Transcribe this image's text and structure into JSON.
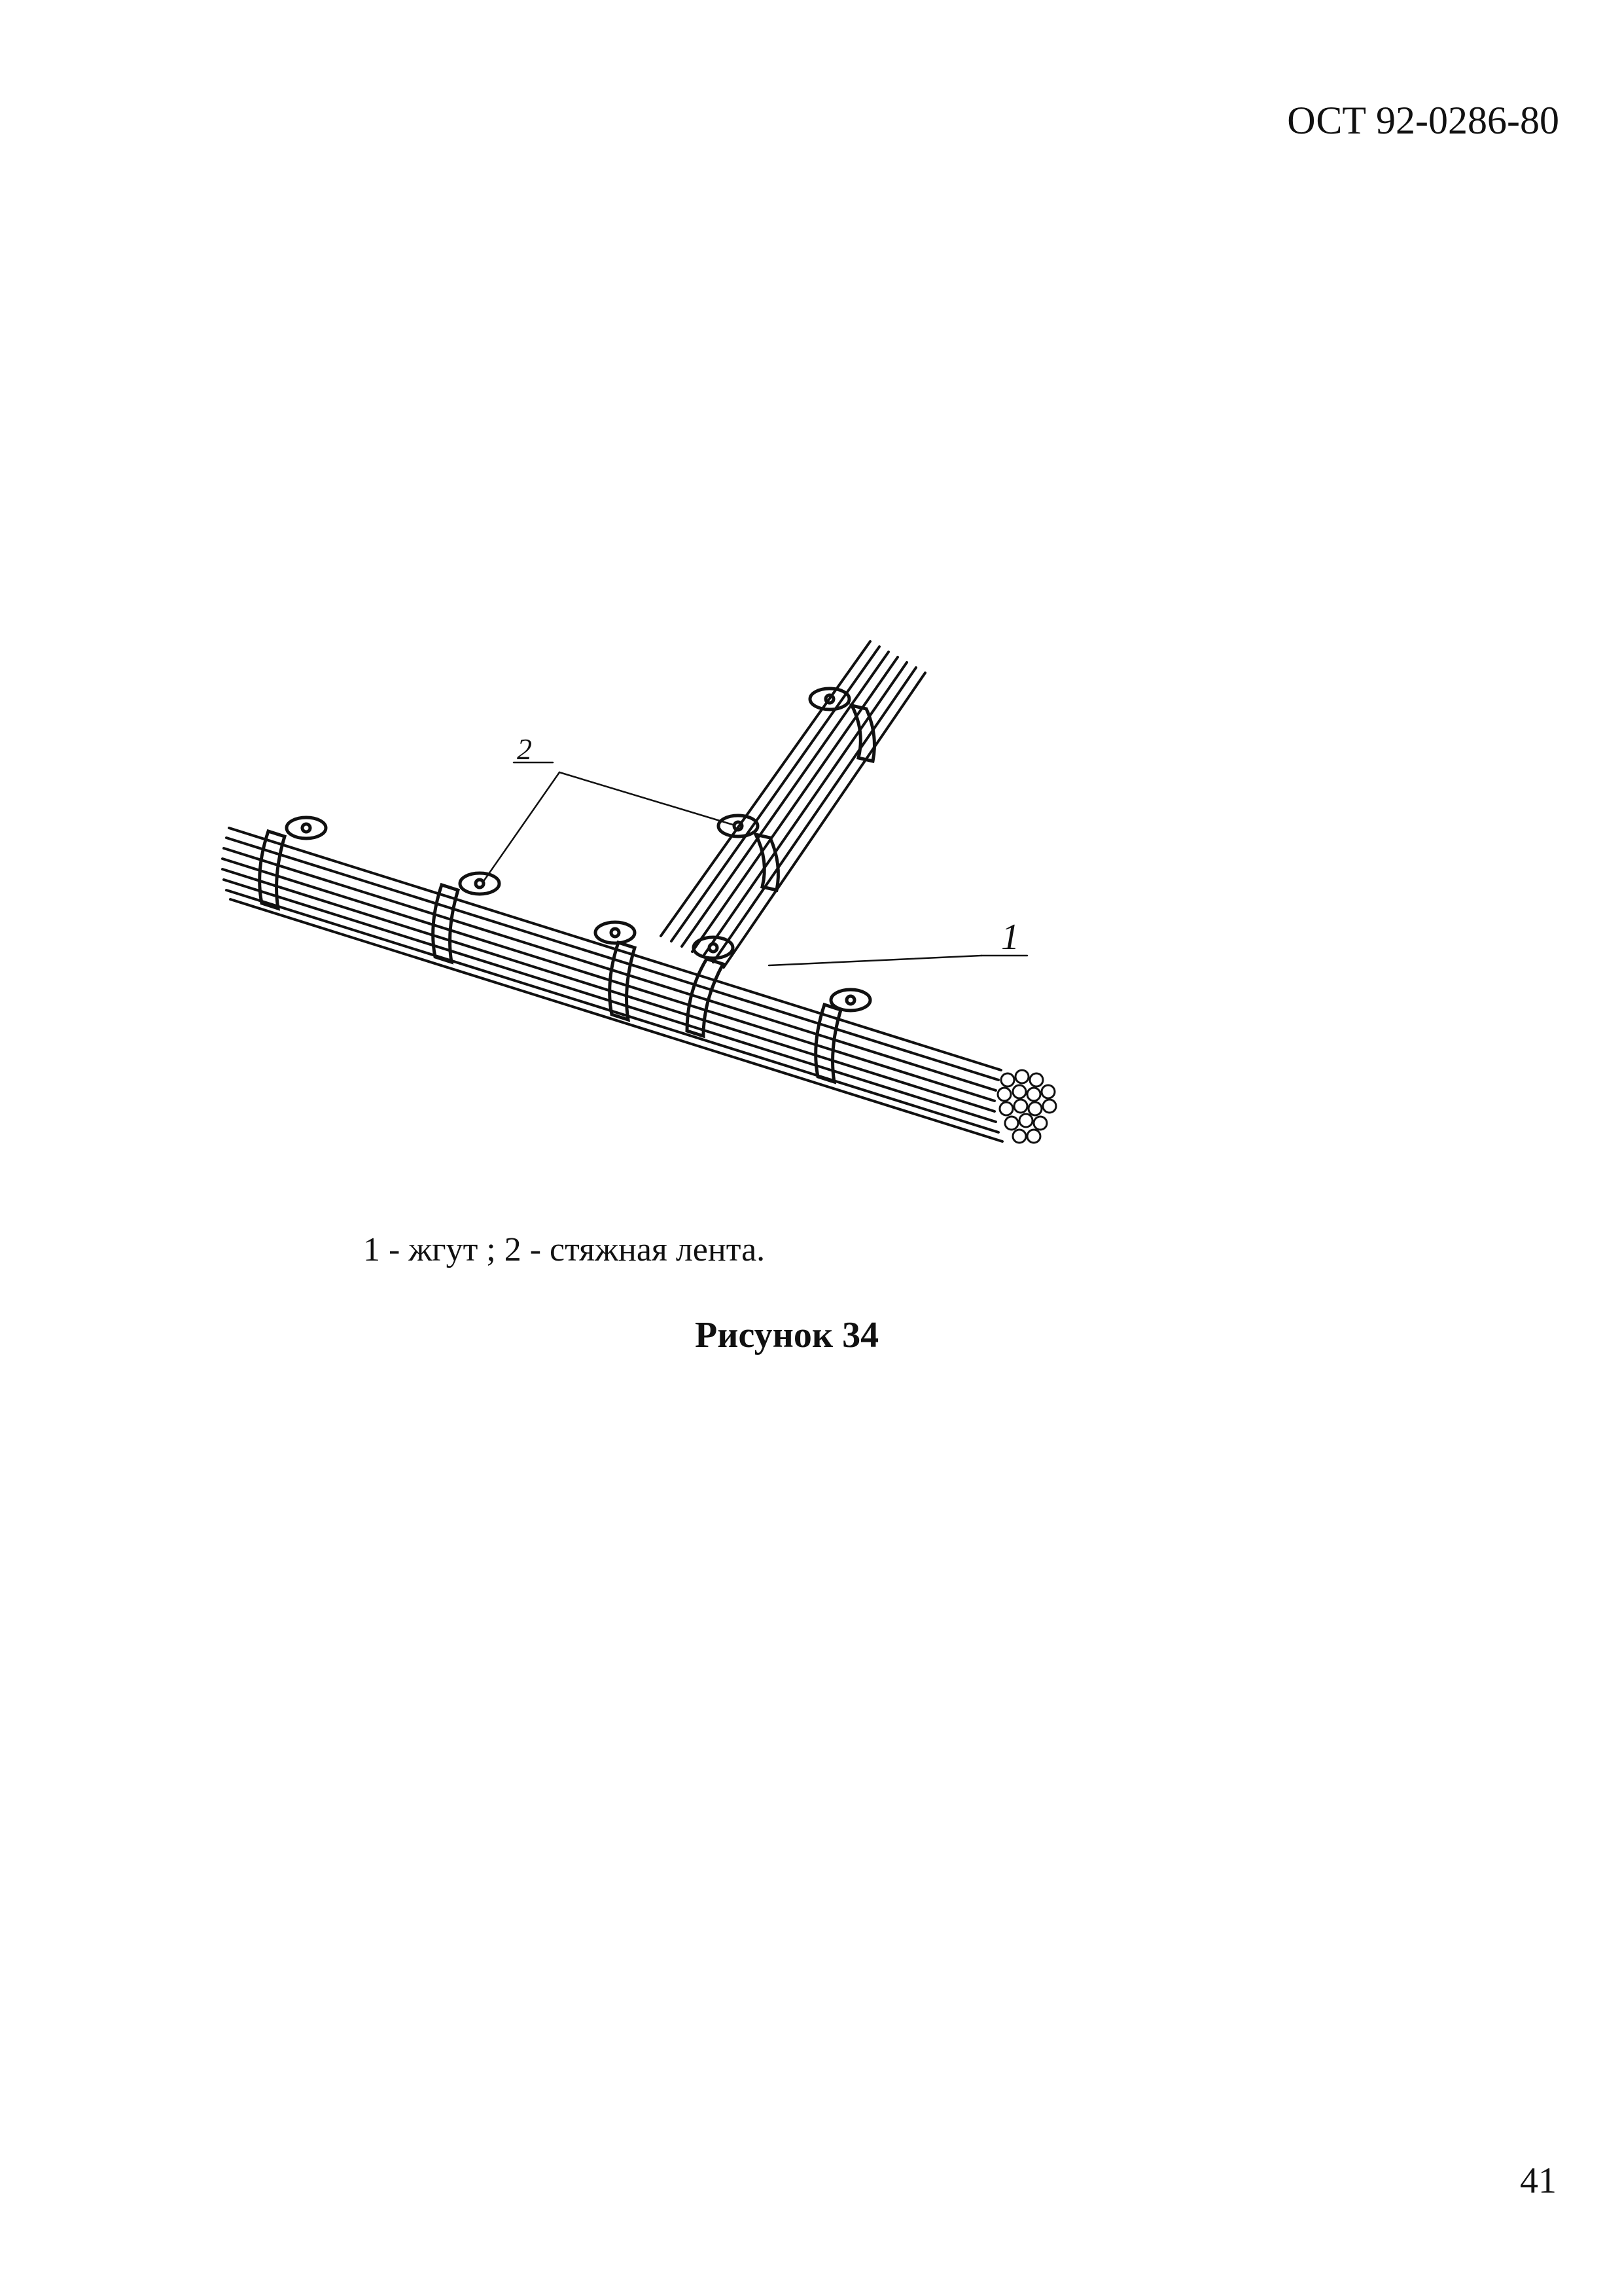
{
  "header": {
    "document_code": "ОСТ 92-0286-80"
  },
  "figure": {
    "callout_1": "1",
    "callout_2": "2",
    "legend": "1 - жгут ; 2 - стяжная лента.",
    "caption": "Рисунок 34"
  },
  "footer": {
    "page_number": "41"
  }
}
